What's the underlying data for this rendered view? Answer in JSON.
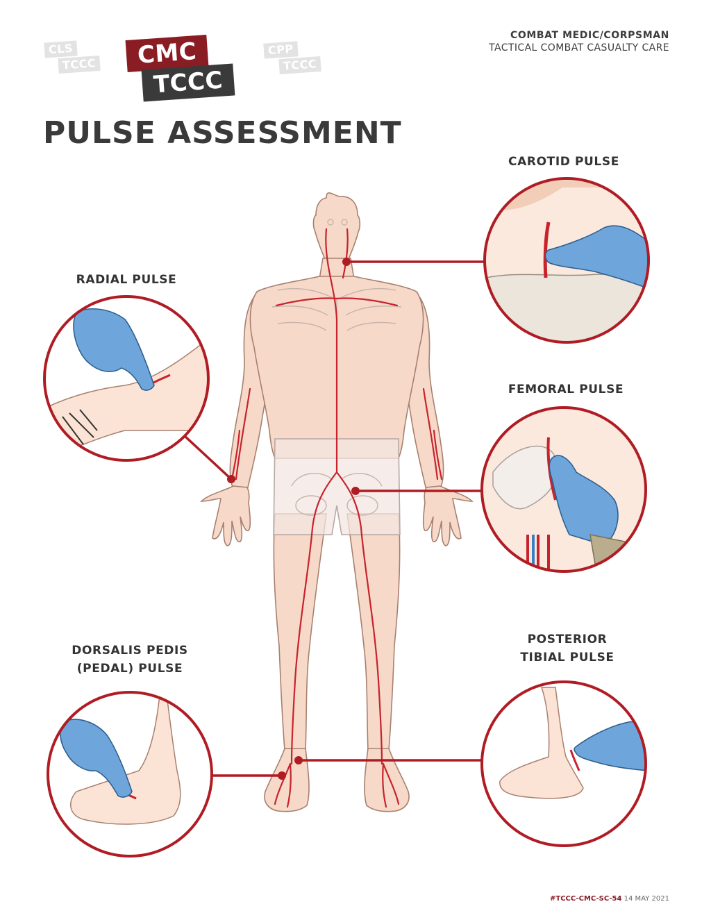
{
  "logos": {
    "cls_top": "CLS",
    "cls_bottom": "TCCC",
    "cmc_top": "CMC",
    "cmc_bottom": "TCCC",
    "cpp_top": "CPP",
    "cpp_bottom": "TCCC"
  },
  "header": {
    "org_line1": "COMBAT MEDIC/CORPSMAN",
    "org_line2": "TACTICAL COMBAT CASUALTY CARE"
  },
  "title": "PULSE ASSESSMENT",
  "labels": {
    "carotid": "CAROTID PULSE",
    "radial": "RADIAL PULSE",
    "femoral": "FEMORAL PULSE",
    "pedal_line1": "DORSALIS PEDIS",
    "pedal_line2": "(PEDAL) PULSE",
    "tibial_line1": "POSTERIOR",
    "tibial_line2": "TIBIAL PULSE"
  },
  "footer": {
    "code": "#TCCC-CMC-SC-54",
    "date": "14 MAY 2021"
  },
  "colors": {
    "accent_red": "#b01c24",
    "brand_maroon": "#8a1c24",
    "skin": "#f6d9c8",
    "glove_blue": "#5b9bd5"
  }
}
